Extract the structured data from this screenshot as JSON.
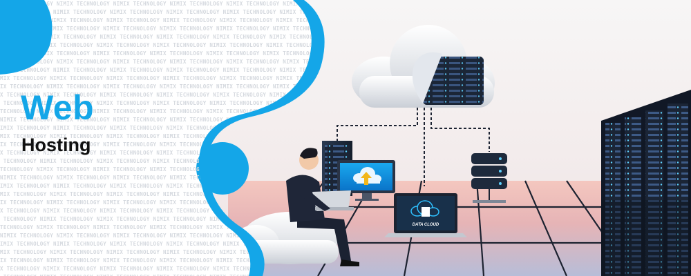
{
  "banner": {
    "title_line1": "Web",
    "title_line2": "Hosting",
    "watermark_text": "NIMIX TECHNOLOGY",
    "laptop_label": "DATA CLOUD"
  },
  "colors": {
    "accent_blue": "#14a6e8",
    "heading_dark": "#111111",
    "server_dark": "#1d2a3c",
    "floor_pink": "#e9b6b4"
  }
}
